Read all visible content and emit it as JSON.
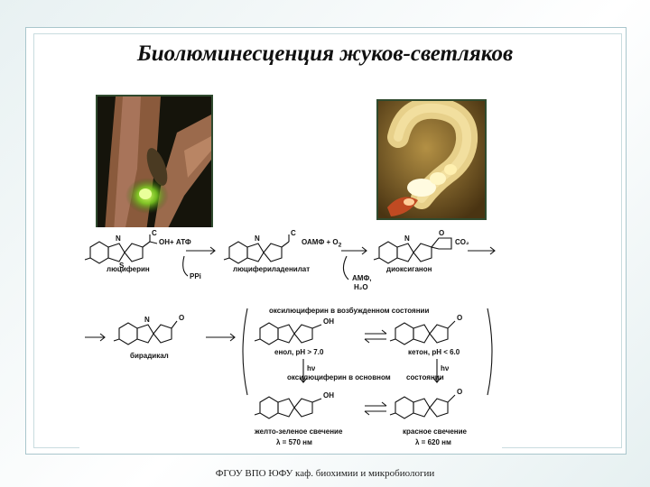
{
  "slide": {
    "title": "Биолюминесценция жуков-светляков",
    "footer": "ФГОУ ВПО ЮФУ каф. биохимии и микробиологии"
  },
  "photos": [
    {
      "name": "firefly-on-branch-photo"
    },
    {
      "name": "glowing-larva-photo"
    }
  ],
  "scheme": {
    "row1": {
      "luciferin": "люциферин",
      "plus_atp": "+ АТФ",
      "ppi": "PPi",
      "luciferyl_adenylate": "люцифериладенилат",
      "amp_o2": "ОАМФ + O",
      "amp_o2_sub": "2",
      "amp_h2o": "АМФ,",
      "h2o": "H₂O",
      "dioxetanone": "диоксиганон",
      "co2": "CO₂"
    },
    "row2": {
      "biradical": "бирадикал",
      "excited_state": "оксилюциферин в возбужденном состоянии",
      "enol_excited": "енол, pH > 7.0",
      "keton_excited": "кетон, pH < 6.0",
      "hv1": "hν",
      "hv2": "hν",
      "ground_state_1": "оксилюциферин в основном",
      "ground_state_2": "состоянии",
      "yellow_green": "желто-зеленое  свечение",
      "yellow_green_nm": "λ = 570 нм",
      "red": "красное свечение",
      "red_nm": "λ = 620 нм"
    },
    "atoms": {
      "N": "N",
      "S": "S",
      "O": "O",
      "OH": "OH",
      "C": "C"
    }
  }
}
